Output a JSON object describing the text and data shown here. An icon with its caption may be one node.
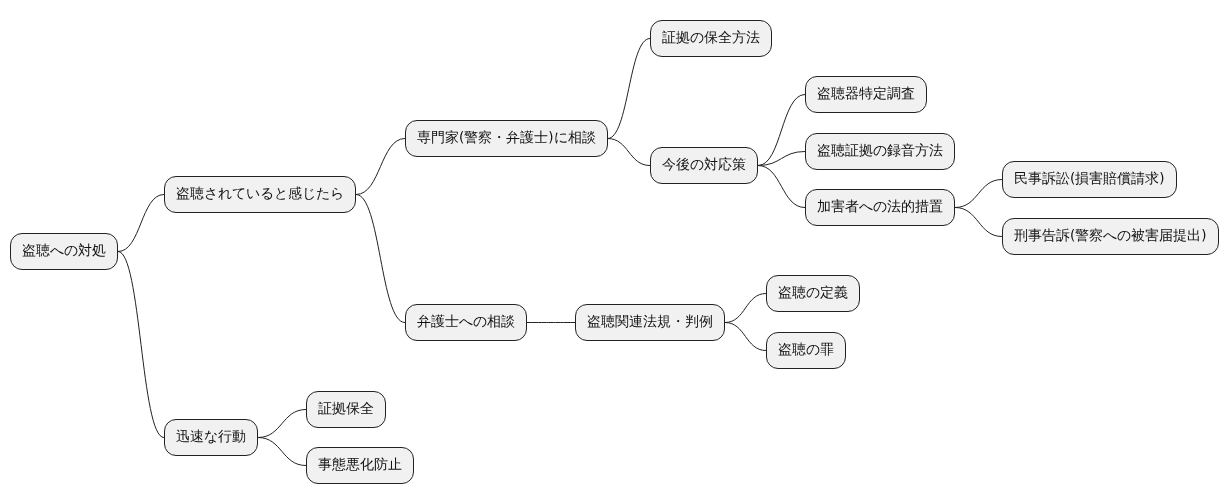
{
  "diagram": {
    "nodes": [
      {
        "text": [
          "盗聴への対処"
        ]
      },
      {
        "text": [
          "盗聴されていると感じたら"
        ]
      },
      {
        "text": [
          "専門家(警察・弁護士)に相談"
        ]
      },
      {
        "text": [
          "証拠の保全方法"
        ]
      },
      {
        "text": [
          "今後の対応策"
        ]
      },
      {
        "text": [
          "盗聴器特定調査"
        ]
      },
      {
        "text": [
          "盗聴証拠の録音方法"
        ]
      },
      {
        "text": [
          "加害者への法的措置"
        ]
      },
      {
        "text": [
          "民事訴訟(損害賠償請求)"
        ]
      },
      {
        "text": [
          "刑事告訴(警察への被害届提出)"
        ]
      },
      {
        "text": [
          "弁護士への相談"
        ]
      },
      {
        "text": [
          "盗聴関連法規・判例"
        ]
      },
      {
        "text": [
          "盗聴の定義"
        ]
      },
      {
        "text": [
          "盗聴の罪"
        ]
      },
      {
        "text": [
          "迅速な行動"
        ]
      },
      {
        "text": [
          "証拠保全"
        ]
      },
      {
        "text": [
          "事態悪化防止"
        ]
      }
    ],
    "edges": [
      {
        "from": 0,
        "to": 1,
        "arrow": "none"
      },
      {
        "from": 1,
        "to": 2,
        "arrow": "none"
      },
      {
        "from": 2,
        "to": 3,
        "arrow": "none"
      },
      {
        "from": 2,
        "to": 4,
        "arrow": "none"
      },
      {
        "from": 4,
        "to": 5,
        "arrow": "none"
      },
      {
        "from": 4,
        "to": 6,
        "arrow": "none"
      },
      {
        "from": 4,
        "to": 7,
        "arrow": "none"
      },
      {
        "from": 7,
        "to": 8,
        "arrow": "none"
      },
      {
        "from": 7,
        "to": 9,
        "arrow": "none"
      },
      {
        "from": 1,
        "to": 10,
        "arrow": "none"
      },
      {
        "from": 10,
        "to": 11,
        "arrow": "none"
      },
      {
        "from": 11,
        "to": 12,
        "arrow": "none"
      },
      {
        "from": 11,
        "to": 13,
        "arrow": "none"
      },
      {
        "from": 0,
        "to": 14,
        "arrow": "none"
      },
      {
        "from": 14,
        "to": 15,
        "arrow": "none"
      },
      {
        "from": 14,
        "to": 16,
        "arrow": "none"
      }
    ]
  }
}
